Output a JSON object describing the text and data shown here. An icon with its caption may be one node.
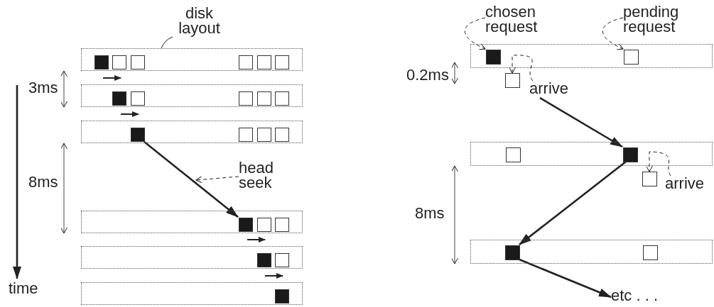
{
  "diagram": {
    "nodes": [
      {
        "text": [
          "disk layout"
        ]
      },
      {
        "text": [],
        "shape": "box"
      },
      {
        "text": [],
        "shape": "box",
        "in": 1
      },
      {
        "text": [],
        "shape": "box",
        "in": 1
      },
      {
        "text": [],
        "shape": "box",
        "in": 1
      },
      {
        "text": [],
        "shape": "box",
        "in": 1
      },
      {
        "text": [],
        "shape": "box",
        "in": 1
      },
      {
        "text": [],
        "shape": "box",
        "in": 1
      },
      {
        "text": [],
        "shape": "box"
      },
      {
        "text": [],
        "shape": "box",
        "in": 8
      },
      {
        "text": [],
        "shape": "box",
        "in": 8
      },
      {
        "text": [],
        "shape": "box",
        "in": 8
      },
      {
        "text": [],
        "shape": "box",
        "in": 8
      },
      {
        "text": [],
        "shape": "box",
        "in": 8
      },
      {
        "text": [],
        "shape": "box"
      },
      {
        "text": [],
        "shape": "box",
        "in": 14
      },
      {
        "text": [],
        "shape": "box",
        "in": 14
      },
      {
        "text": [],
        "shape": "box",
        "in": 14
      },
      {
        "text": [],
        "shape": "box",
        "in": 14
      },
      {
        "text": [
          "head seek"
        ]
      },
      {
        "text": [],
        "shape": "box"
      },
      {
        "text": [],
        "shape": "box",
        "in": 20
      },
      {
        "text": [],
        "shape": "box",
        "in": 20
      },
      {
        "text": [],
        "shape": "box",
        "in": 20
      },
      {
        "text": [],
        "shape": "box"
      },
      {
        "text": [],
        "shape": "box",
        "in": 24
      },
      {
        "text": [],
        "shape": "box",
        "in": 24
      },
      {
        "text": [],
        "shape": "box"
      },
      {
        "text": [],
        "shape": "box",
        "in": 27
      },
      {
        "text": [
          "chosen request"
        ]
      },
      {
        "text": [
          "pending request"
        ]
      },
      {
        "text": [],
        "shape": "box"
      },
      {
        "text": [],
        "shape": "box",
        "in": 31
      },
      {
        "text": [],
        "shape": "box",
        "in": 31
      },
      {
        "text": [],
        "shape": "box"
      },
      {
        "text": [
          "arrive"
        ]
      },
      {
        "text": [],
        "shape": "box"
      },
      {
        "text": [],
        "shape": "box",
        "in": 36
      },
      {
        "text": [],
        "shape": "box",
        "in": 36
      },
      {
        "text": [],
        "shape": "box"
      },
      {
        "text": [
          "arrive"
        ]
      },
      {
        "text": [],
        "shape": "box"
      },
      {
        "text": [],
        "shape": "box",
        "in": 41
      },
      {
        "text": [],
        "shape": "box",
        "in": 41
      },
      {
        "text": [
          "etc . . ."
        ]
      }
    ],
    "edges": [
      {
        "from": 0,
        "to": 1,
        "arrow": "none"
      },
      {
        "from": 15,
        "to": 21,
        "arrow": "to",
        "style": "thick"
      },
      {
        "from": 19,
        "to": null,
        "arrow": "to",
        "style": "dashed"
      },
      {
        "from": 29,
        "to": 32,
        "arrow": "to",
        "style": "dashed"
      },
      {
        "from": 30,
        "to": 33,
        "arrow": "to",
        "style": "dashed"
      },
      {
        "from": 35,
        "to": 34,
        "arrow": "to",
        "style": "dashed"
      },
      {
        "from": 35,
        "to": 38,
        "arrow": "to",
        "style": "thick"
      },
      {
        "from": 38,
        "to": 42,
        "arrow": "to",
        "style": "thick"
      },
      {
        "from": 40,
        "to": 39,
        "arrow": "to",
        "style": "dashed"
      },
      {
        "from": 42,
        "to": 44,
        "arrow": "to",
        "style": "thick"
      }
    ],
    "labels": [
      "3ms",
      "8ms",
      "time",
      "0.2ms",
      "8ms"
    ]
  }
}
